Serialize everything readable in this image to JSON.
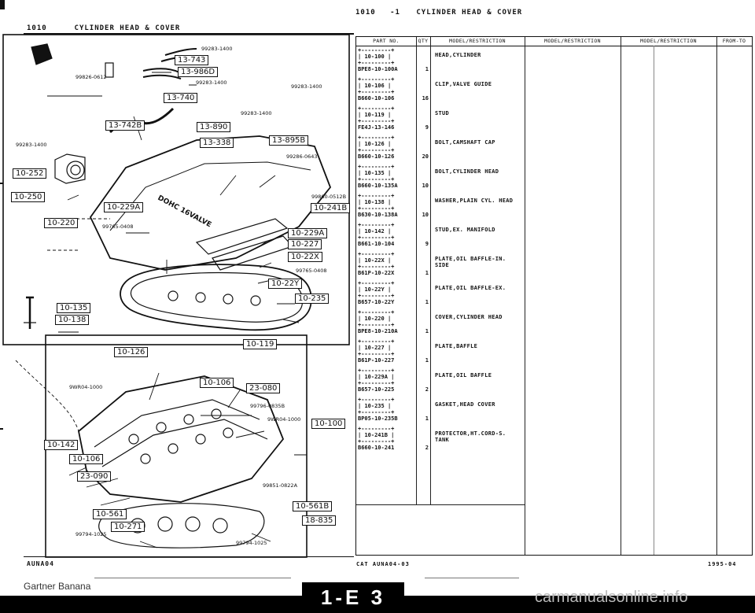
{
  "left_header": {
    "section": "1010",
    "title": "CYLINDER HEAD & COVER"
  },
  "right_header": {
    "section": "1010",
    "group": "-1",
    "title": "CYLINDER HEAD & COVER"
  },
  "diagram": {
    "callouts": [
      "13-743",
      "13-986D",
      "13-740",
      "13-742B",
      "13-890",
      "13-338",
      "13-895B",
      "10-252",
      "10-250",
      "10-220",
      "10-229A",
      "10-241B",
      "10-229A",
      "10-227",
      "10-22X",
      "10-22Y",
      "10-235",
      "10-135",
      "10-138",
      "10-126",
      "10-119",
      "10-106",
      "23-080",
      "10-100",
      "10-142",
      "10-106",
      "23-090",
      "10-561B",
      "10-561",
      "18-835",
      "10-271"
    ],
    "part_numbers": [
      "99283-1400",
      "99826-0612",
      "99283-1400",
      "99283-1400",
      "99283-1400",
      "99283-1400",
      "99286-0643",
      "99860-0512B",
      "99765-0408",
      "99765-0408",
      "9WR04-1000",
      "99796-0835B",
      "9WR04-1000",
      "99851-0822A",
      "99794-1025",
      "99794-1025"
    ],
    "catalog_code": "AUNA04"
  },
  "table": {
    "headers": [
      "PART NO.",
      "QTY",
      "MODEL/RESTRICTION",
      "MODEL/RESTRICTION",
      "MODEL/RESTRICTION",
      "FROM-TO"
    ],
    "rows": [
      {
        "ref": "10-100",
        "part": "BPE8-10-100A",
        "qty": "1",
        "desc": "HEAD,CYLINDER"
      },
      {
        "ref": "10-106",
        "part": "B660-10-106",
        "qty": "16",
        "desc": "CLIP,VALVE GUIDE"
      },
      {
        "ref": "10-119",
        "part": "FE4J-13-146",
        "qty": "9",
        "desc": "STUD"
      },
      {
        "ref": "10-126",
        "part": "B660-10-126",
        "qty": "20",
        "desc": "BOLT,CAMSHAFT CAP"
      },
      {
        "ref": "10-135",
        "part": "B660-10-135A",
        "qty": "10",
        "desc": "BOLT,CYLINDER HEAD"
      },
      {
        "ref": "10-138",
        "part": "B630-10-138A",
        "qty": "10",
        "desc": "WASHER,PLAIN CYL. HEAD"
      },
      {
        "ref": "10-142",
        "part": "B661-10-104",
        "qty": "9",
        "desc": "STUD,EX. MANIFOLD"
      },
      {
        "ref": "10-22X",
        "part": "B61P-10-22X",
        "qty": "1",
        "desc": "PLATE,OIL BAFFLE-IN. SIDE"
      },
      {
        "ref": "10-22Y",
        "part": "B657-10-22Y",
        "qty": "1",
        "desc": "PLATE,OIL BAFFLE-EX."
      },
      {
        "ref": "10-220",
        "part": "BPE8-10-210A",
        "qty": "1",
        "desc": "COVER,CYLINDER HEAD"
      },
      {
        "ref": "10-227",
        "part": "B61P-10-227",
        "qty": "1",
        "desc": "PLATE,BAFFLE"
      },
      {
        "ref": "10-229A",
        "part": "B657-10-225",
        "qty": "2",
        "desc": "PLATE,OIL BAFFLE"
      },
      {
        "ref": "10-235",
        "part": "BP05-10-235B",
        "qty": "1",
        "desc": "GASKET,HEAD COVER"
      },
      {
        "ref": "10-241B",
        "part": "B660-10-241",
        "qty": "2",
        "desc": "PROTECTOR,HT.CORD-S. TANK"
      }
    ],
    "footer_left": "CAT  AUNA04-03",
    "footer_right": "1995-04"
  },
  "page_tab": "1-E 3",
  "watermark_left": "Gartner Banana",
  "watermark_right": "carmanualsonline.info"
}
